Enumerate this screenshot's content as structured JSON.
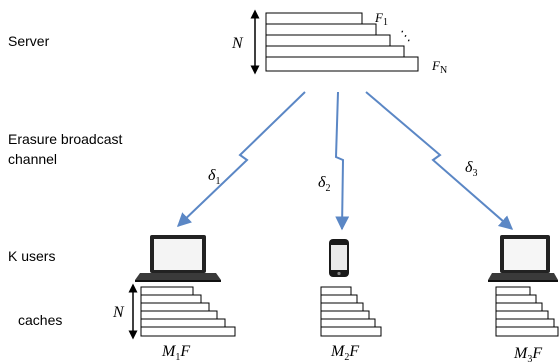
{
  "labels": {
    "server": "Server",
    "channel_line1": "Erasure broadcast",
    "channel_line2": "channel",
    "users": "K users",
    "caches": "caches"
  },
  "server": {
    "n_label": "N",
    "file_first": "F",
    "file_first_sub": "1",
    "file_last": "F",
    "file_last_sub": "N",
    "dots": "⋱"
  },
  "channels": [
    {
      "symbol": "δ",
      "sub": "1"
    },
    {
      "symbol": "δ",
      "sub": "2"
    },
    {
      "symbol": "δ",
      "sub": "3"
    }
  ],
  "caches": [
    {
      "prefix": "M",
      "sub": "1",
      "suffix": "F",
      "n_label": "N"
    },
    {
      "prefix": "M",
      "sub": "2",
      "suffix": "F"
    },
    {
      "prefix": "M",
      "sub": "3",
      "suffix": "F"
    }
  ],
  "devices": [
    "laptop-icon",
    "phone-icon",
    "laptop-icon"
  ],
  "colors": {
    "arrow": "#5b87c5"
  }
}
